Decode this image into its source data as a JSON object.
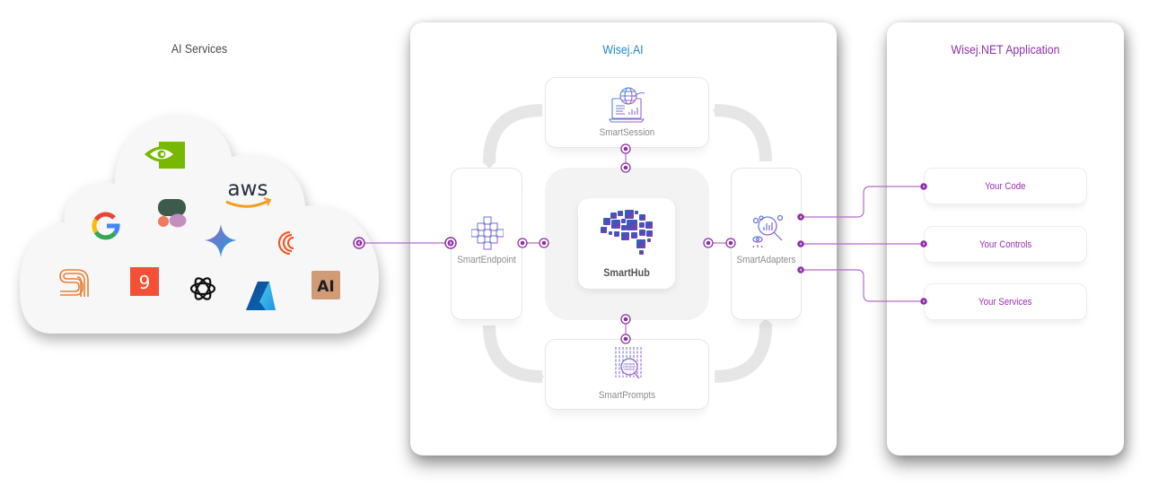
{
  "diagram": {
    "accent_color": "#8e2fa8",
    "connector_color": "#b36cc9",
    "ai_services": {
      "title": "AI Services",
      "title_color": "#4a4a4a",
      "providers": [
        {
          "name": "NVIDIA",
          "icon": "nvidia-logo"
        },
        {
          "name": "AWS",
          "icon": "aws-logo",
          "text": "aws"
        },
        {
          "name": "Google",
          "icon": "google-logo"
        },
        {
          "name": "Fireworks-style",
          "icon": "pill-logo"
        },
        {
          "name": "Gemini",
          "icon": "gemini-sparkle-logo"
        },
        {
          "name": "Cerebras",
          "icon": "cerebras-logo"
        },
        {
          "name": "Symbl",
          "icon": "s-stripe-logo"
        },
        {
          "name": "Groq",
          "icon": "groq-logo",
          "text": "9"
        },
        {
          "name": "OpenAI",
          "icon": "openai-logo"
        },
        {
          "name": "Azure",
          "icon": "azure-logo"
        },
        {
          "name": "Anthropic",
          "icon": "anthropic-logo",
          "text": "AI"
        }
      ]
    },
    "wisej_ai": {
      "title": "Wisej.AI",
      "title_color": "#1f87c6",
      "smart_session": "SmartSession",
      "smart_endpoint": "SmartEndpoint",
      "smart_hub": "SmartHub",
      "smart_adapters": "SmartAdapters",
      "smart_prompts": "SmartPrompts"
    },
    "wisej_net": {
      "title": "Wisej.NET Application",
      "title_color": "#8e2fa8",
      "items": [
        {
          "label": "Your Code"
        },
        {
          "label": "Your Controls"
        },
        {
          "label": "Your Services"
        }
      ]
    }
  }
}
